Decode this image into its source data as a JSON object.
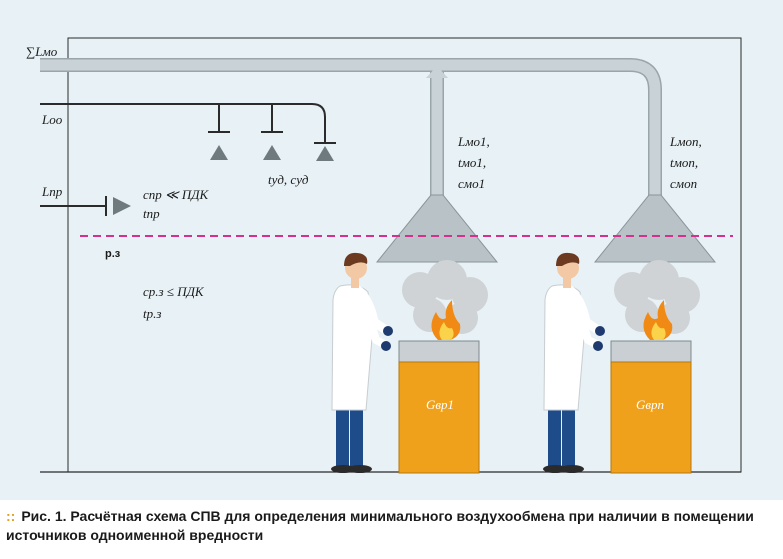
{
  "diagram": {
    "labels": {
      "sum_lmo": "∑Lмо",
      "l_oo": "Lоо",
      "l_pr": "Lпр",
      "c_pr": "cпр ≪ ПДК",
      "t_pr": "tпр",
      "t_ud_c_ud": "tуд, cуд",
      "rz": "р.з",
      "c_rz": "cр.з ≤ ПДК",
      "t_rz": "tр.з",
      "hood1_L": "Lмо1,",
      "hood1_t": "tмо1,",
      "hood1_c": "cмо1",
      "hoodn_L": "Lмоn,",
      "hoodn_t": "tмоn,",
      "hoodn_c": "cмоn",
      "source1": "Gвр1",
      "sourcen": "Gврn"
    },
    "colors": {
      "background": "#e7f1f6",
      "duct": "#c3cdd1",
      "working_zone_line": "#d6308e",
      "source_box": "#f0a11c",
      "coat": "#ffffff",
      "pants": "#1e4b8a"
    }
  },
  "caption": {
    "dots": "::",
    "figure_number": "Рис. 1.",
    "text": "Расчётная схема СПВ для определения минимального воздухообмена при наличии в помещении источников одноименной вредности"
  }
}
